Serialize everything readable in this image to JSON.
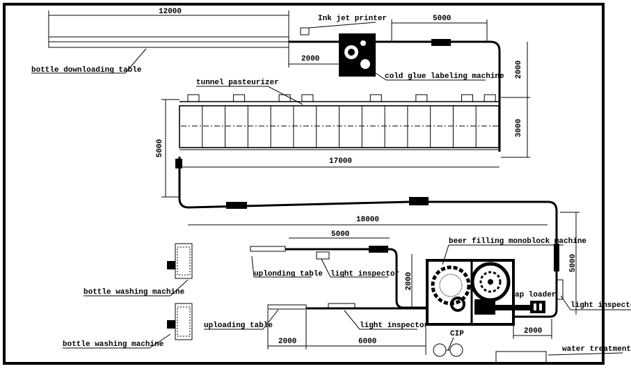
{
  "title": "Beer bottling line layout",
  "labels": {
    "bottle_downloading_table": "bottle downloading table",
    "ink_jet_printer": "Ink jet printer",
    "cold_glue_labeling_machine": "cold glue labeling machine",
    "tunnel_pasteurizer": "tunnel pasteurizer",
    "beer_filling_monoblock_machine": "beer filling monoblock machine",
    "cap_loader": "ap loader",
    "light_inspector_right": "light inspector",
    "uplonding_table": "uplonding table",
    "light_inspector_upper": "light inspector",
    "uploading_table": "uploading table",
    "light_inspector_lower": "light inspector",
    "bottle_washing_machine_1": "bottle washing machine",
    "bottle_washing_machine_2": "bottle washing machine",
    "cip": "CIP",
    "water_treatment": "water treatment"
  },
  "dimensions": {
    "downloading_table_length": "12000",
    "printer_to_labeler": "2000",
    "labeler_to_corner": "5000",
    "right_vertical_upper": "2000",
    "right_vertical_lower": "3000",
    "pasteurizer_height": "5000",
    "pasteurizer_length": "17000",
    "main_conveyor_length": "18000",
    "right_vertical_filler": "5000",
    "upper_uploading_conveyor": "5000",
    "upper_uploading_vertical": "2000",
    "lower_uploading_table": "2000",
    "lower_uploading_conveyor": "6000",
    "filler_to_corner": "2000"
  }
}
